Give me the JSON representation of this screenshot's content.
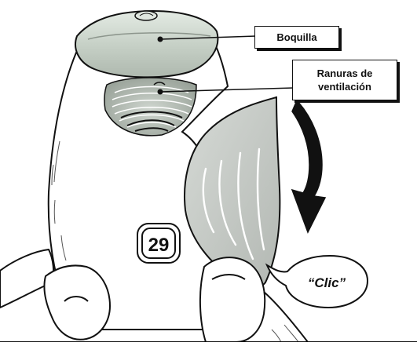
{
  "labels": {
    "mouthpiece": "Boquilla",
    "vents_line1": "Ranuras de",
    "vents_line2": "ventilación"
  },
  "dose_counter": "29",
  "click_sound": "“Clic”",
  "colors": {
    "outline": "#111111",
    "mouthpiece_fill": "#c9d2c9",
    "cover_fill": "#c4c9c4",
    "body_fill": "#ffffff"
  },
  "icons": {
    "rotation_arrow": "curved-down-arrow-icon"
  }
}
